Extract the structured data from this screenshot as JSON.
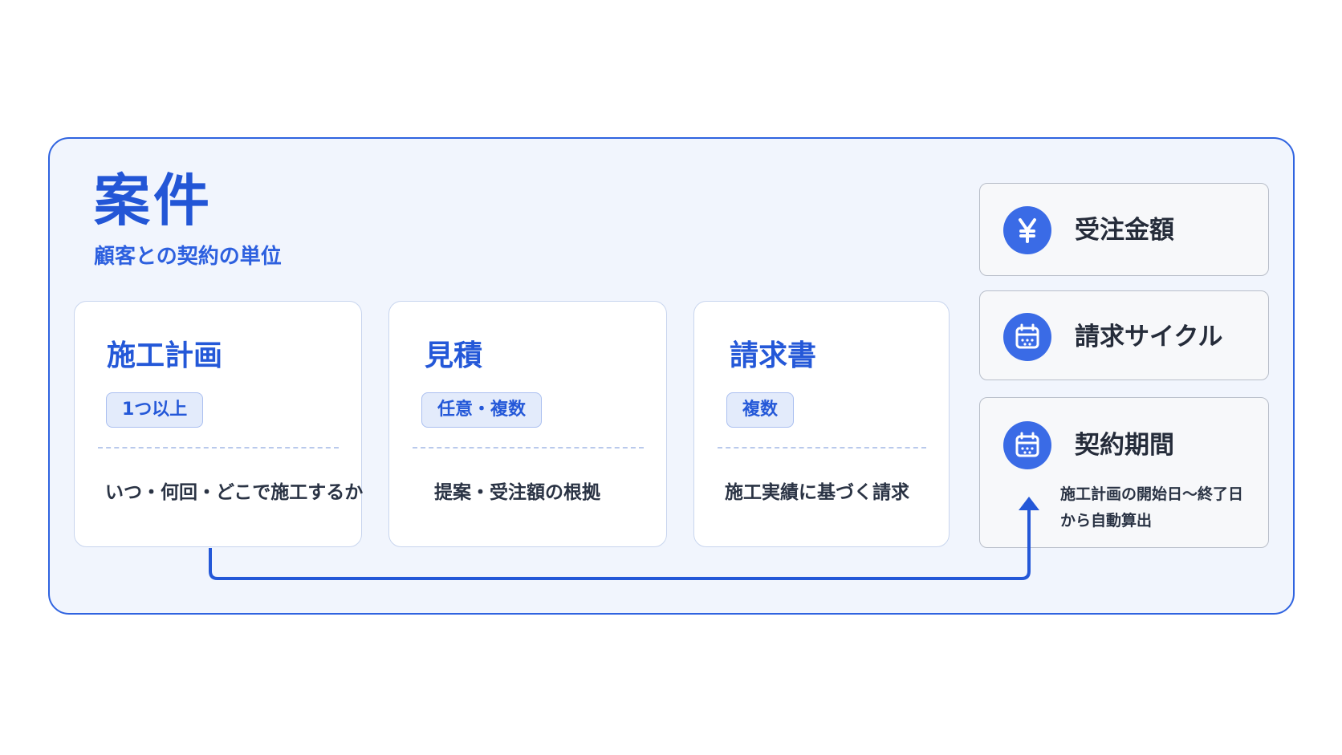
{
  "project": {
    "title": "案件",
    "subtitle": "顧客との契約の単位"
  },
  "cards": [
    {
      "title": "施工計画",
      "badge": "1つ以上",
      "description": "いつ・何回・どこで施工するか"
    },
    {
      "title": "見積",
      "badge": "任意・複数",
      "description": "提案・受注額の根拠"
    },
    {
      "title": "請求書",
      "badge": "複数",
      "description": "施工実績に基づく請求"
    }
  ],
  "attributes": [
    {
      "label": "受注金額",
      "icon": "yen-icon"
    },
    {
      "label": "請求サイクル",
      "icon": "calendar-icon"
    },
    {
      "label": "契約期間",
      "icon": "calendar-icon",
      "note_line1": "施工計画の開始日〜終了日",
      "note_line2": "から自動算出"
    }
  ],
  "colors": {
    "accent": "#2458d8",
    "frame_border": "#2f63e0",
    "frame_fill": "#f1f5fd",
    "badge_fill": "#e3ebfb",
    "icon_fill": "#3a6be6",
    "text_dark": "#252c3a"
  }
}
